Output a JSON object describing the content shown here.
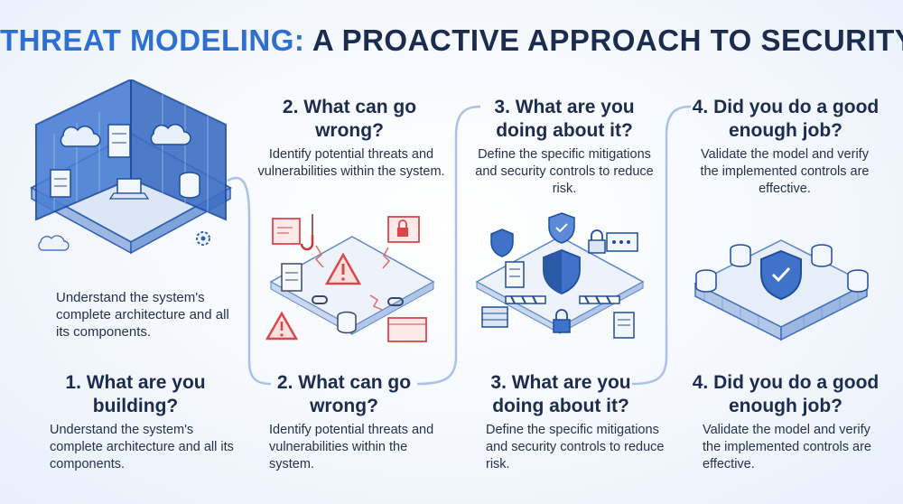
{
  "title": {
    "part1": "THREAT MODELING:",
    "part2": "A PROACTIVE APPROACH TO SECURITY"
  },
  "step1": {
    "intro": "Understand the system's complete architecture and all its components.",
    "heading": "1. What are you building?",
    "body": "Understand the system's complete architecture and all its components."
  },
  "step2": {
    "top_heading": "2. What can go wrong?",
    "top_body": "Identify potential threats and vulnerabilities within the system.",
    "heading": "2. What can go wrong?",
    "body": "Identify potential threats and vulnerabilities within the system."
  },
  "step3": {
    "top_heading": "3. What are you doing about it?",
    "top_body": "Define the specific mitigations and security controls to reduce risk.",
    "heading": "3. What are you doing about it?",
    "body": "Define the specific mitigations and security controls to reduce risk."
  },
  "step4": {
    "top_heading": "4. Did you do a good enough job?",
    "top_body": "Validate the model and verify the implemented controls are effective.",
    "heading": "4. Did you do a good enough job?",
    "body": "Validate the model and verify the implemented controls are effective."
  },
  "colors": {
    "accent": "#2f6fd0",
    "navy": "#1b2c4e",
    "threat": "#d9474a",
    "flow_line": "#a9c2e6"
  },
  "icons": [
    "cloud-icon",
    "server-icon",
    "database-icon",
    "laptop-icon",
    "gear-icon",
    "warning-icon",
    "fishing-hook-icon",
    "lock-icon",
    "broken-link-icon",
    "code-window-icon",
    "shield-icon",
    "brick-wall-icon",
    "barrier-icon",
    "document-icon",
    "checkmark-shield-icon"
  ]
}
